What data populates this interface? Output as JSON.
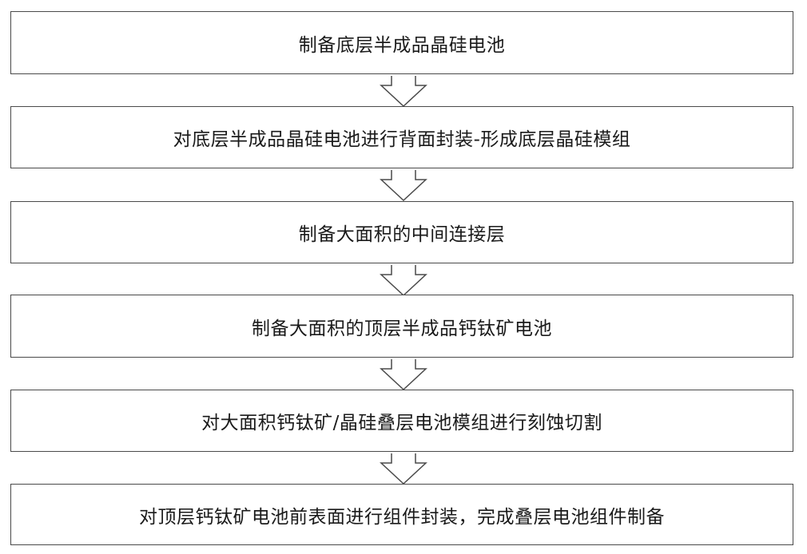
{
  "flowchart": {
    "steps": [
      {
        "label": "制备底层半成品晶硅电池"
      },
      {
        "label": "对底层半成品晶硅电池进行背面封装-形成底层晶硅模组"
      },
      {
        "label": "制备大面积的中间连接层"
      },
      {
        "label": "制备大面积的顶层半成品钙钛矿电池"
      },
      {
        "label": "对大面积钙钛矿/晶硅叠层电池模组进行刻蚀切割"
      },
      {
        "label": "对顶层钙钛矿电池前表面进行组件封装，完成叠层电池组件制备"
      }
    ],
    "colors": {
      "border": "#4a4a4a",
      "text": "#1a1a1a",
      "background": "#ffffff"
    }
  }
}
